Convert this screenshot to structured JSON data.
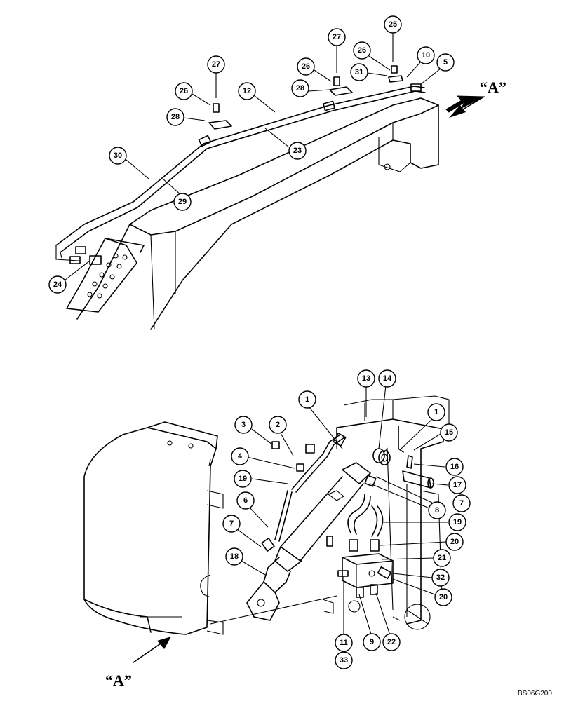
{
  "view_label_top": "“A”",
  "view_label_bottom": "“A”",
  "reference_code": "BS06G200",
  "callouts_top": [
    "27",
    "26",
    "28",
    "30",
    "12",
    "29",
    "23",
    "24",
    "27",
    "26",
    "28",
    "25",
    "26",
    "31",
    "10",
    "5"
  ],
  "callouts_bottom": [
    "13",
    "14",
    "1",
    "3",
    "2",
    "1",
    "15",
    "4",
    "16",
    "19",
    "17",
    "6",
    "8",
    "7",
    "7",
    "19",
    "20",
    "18",
    "21",
    "32",
    "20",
    "11",
    "9",
    "22",
    "33"
  ]
}
